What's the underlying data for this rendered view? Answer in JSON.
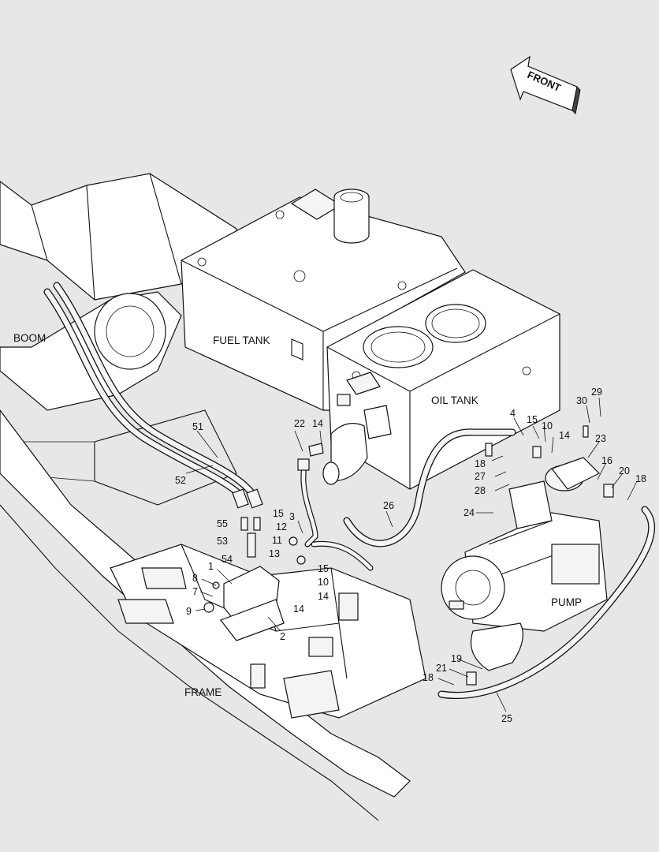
{
  "direction_arrow": {
    "label": "FRONT"
  },
  "regions": {
    "boom": "BOOM",
    "fuel_tank": "FUEL TANK",
    "oil_tank": "OIL TANK",
    "pump": "PUMP",
    "frame": "FRAME"
  },
  "part_callouts": {
    "p1": "1",
    "p2": "2",
    "p3": "3",
    "p4": "4",
    "p7": "7",
    "p8": "8",
    "p9": "9",
    "p10a": "10",
    "p10b": "10",
    "p11": "11",
    "p12": "12",
    "p13": "13",
    "p14a": "14",
    "p14b": "14",
    "p14c": "14",
    "p14d": "14",
    "p15a": "15",
    "p15b": "15",
    "p15c": "15",
    "p16": "16",
    "p18a": "18",
    "p18b": "18",
    "p18c": "18",
    "p19": "19",
    "p20": "20",
    "p21": "21",
    "p22": "22",
    "p23": "23",
    "p24": "24",
    "p25": "25",
    "p26": "26",
    "p27": "27",
    "p28": "28",
    "p29": "29",
    "p30": "30",
    "p51": "51",
    "p52": "52",
    "p53": "53",
    "p54": "54",
    "p55": "55"
  }
}
